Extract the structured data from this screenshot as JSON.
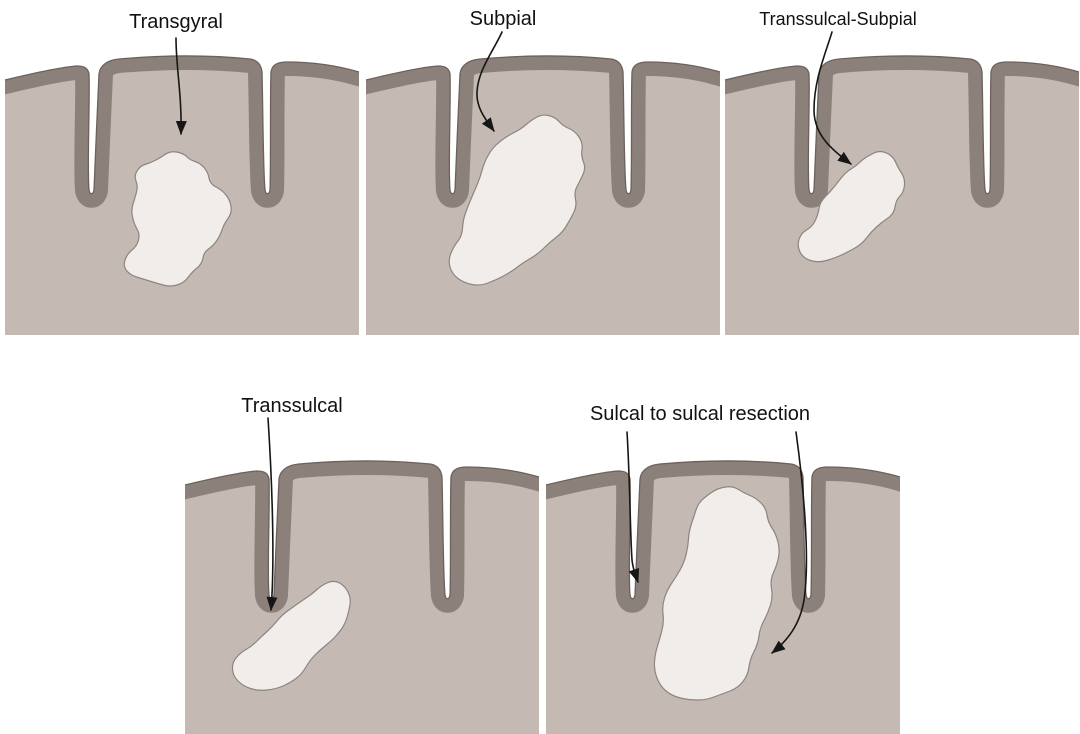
{
  "figure": {
    "panels": [
      {
        "label": "Transgyral"
      },
      {
        "label": "Subpial"
      },
      {
        "label": "Transsulcal-Subpial"
      },
      {
        "label": "Transsulcal"
      },
      {
        "label": "Sulcal to sulcal resection"
      }
    ]
  },
  "colors": {
    "background": "#ffffff",
    "tissue": "#c4b9b3",
    "cortex": "#8c807a",
    "lesion": "#f1edeb",
    "arrow": "#161616"
  }
}
